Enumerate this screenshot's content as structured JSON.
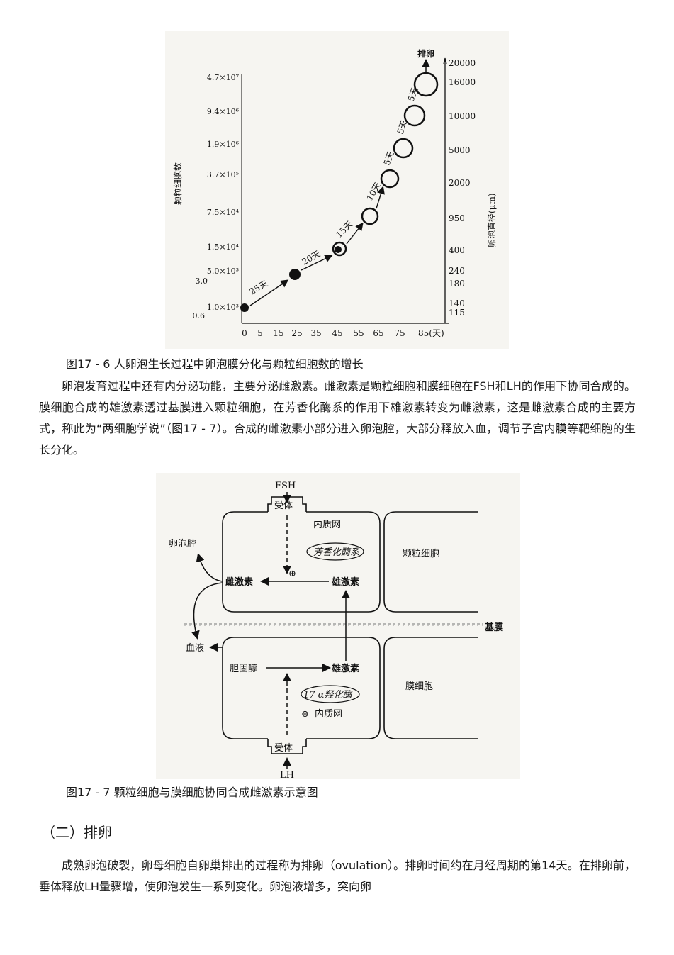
{
  "figure1": {
    "caption": "图17 - 6 人卵泡生长过程中卵泡膜分化与颗粒细胞数的增长",
    "y_left_label": "颗粒细胞数",
    "y_right_label": "卵泡直径(μm)",
    "ovulation_label": "排卵",
    "chart_data": {
      "type": "scatter",
      "x_ticks": [
        "0",
        "5",
        "15",
        "25",
        "35",
        "45",
        "55",
        "65",
        "75",
        "85(天)"
      ],
      "left_ticks": [
        "4.7×10⁷",
        "9.4×10⁶",
        "1.9×10⁶",
        "3.7×10⁵",
        "7.5×10⁴",
        "1.5×10⁴",
        "5.0×10³",
        "3.0",
        "1.0×10³",
        "0.6"
      ],
      "right_ticks": [
        "20000",
        "16000",
        "10000",
        "5000",
        "2000",
        "950",
        "400",
        "240",
        "180",
        "140",
        "115"
      ],
      "points": [
        {
          "x": 0,
          "granulosa_cells": 1000,
          "diameter_um": 115
        },
        {
          "x": 25,
          "granulosa_cells": 4000,
          "diameter_um": 200
        },
        {
          "x": 45,
          "granulosa_cells": 15000,
          "diameter_um": 400
        },
        {
          "x": 60,
          "granulosa_cells": 75000,
          "diameter_um": 950
        },
        {
          "x": 70,
          "granulosa_cells": 370000,
          "diameter_um": 2000
        },
        {
          "x": 75,
          "granulosa_cells": 1900000,
          "diameter_um": 5000
        },
        {
          "x": 80,
          "granulosa_cells": 9400000,
          "diameter_um": 10000
        },
        {
          "x": 85,
          "granulosa_cells": 47000000,
          "diameter_um": 16000
        }
      ],
      "interval_labels": [
        "25天",
        "20天",
        "15天",
        "10天",
        "5天",
        "5天",
        "5天"
      ]
    }
  },
  "para1": "卵泡发育过程中还有内分泌功能，主要分泌雌激素。雌激素是颗粒细胞和膜细胞在FSH和LH的作用下协同合成的。膜细胞合成的雄激素透过基膜进入颗粒细胞，在芳香化酶系的作用下雄激素转变为雌激素，这是雌激素合成的主要方式，称此为“两细胞学说”（图17 - 7）。合成的雌激素小部分进入卵泡腔，大部分释放入血，调节子宫内膜等靶细胞的生长分化。",
  "figure2": {
    "caption": "图17 - 7 颗粒细胞与膜细胞协同合成雌激素示意图",
    "fsh": "FSH",
    "lh": "LH",
    "receptor_top": "受体",
    "receptor_bottom": "受体",
    "er_top": "内质网",
    "er_bottom": "内质网",
    "aromatase": "芳香化酶系",
    "hydroxylase": "17 α羟化酶",
    "follicle_cavity": "卵泡腔",
    "estrogen": "雌激素",
    "androgen_top": "雄激素",
    "androgen_bottom": "雄激素",
    "cholesterol": "胆固醇",
    "blood": "血液",
    "basement_membrane": "基膜",
    "granulosa_cell": "颗粒细胞",
    "theca_cell": "膜细胞",
    "plus_top": "⊕",
    "plus_bottom": "⊕"
  },
  "section_heading": "（二）排卵",
  "para2": "成熟卵泡破裂，卵母细胞自卵巢排出的过程称为排卵（ovulation）。排卵时间约在月经周期的第14天。在排卵前，垂体释放LH量骤增，使卵泡发生一系列变化。卵泡液增多，突向卵"
}
